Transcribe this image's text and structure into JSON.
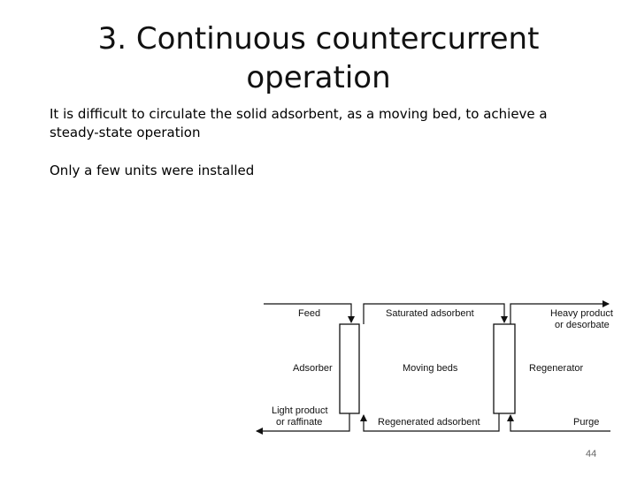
{
  "slide": {
    "title_line1": "3. Continuous countercurrent",
    "title_line2": "operation",
    "paragraph1": "It is difficult to circulate the solid adsorbent, as a moving bed, to achieve a steady-state  operation",
    "paragraph2": "Only a few units were installed",
    "page_number": "44"
  },
  "diagram": {
    "feed": "Feed",
    "saturated_adsorbent": "Saturated adsorbent",
    "heavy_product_line1": "Heavy product",
    "heavy_product_line2": "or desorbate",
    "adsorber": "Adsorber",
    "moving_beds": "Moving beds",
    "regenerator": "Regenerator",
    "light_product_line1": "Light product",
    "light_product_line2": "or raffinate",
    "regenerated_adsorbent": "Regenerated adsorbent",
    "purge": "Purge"
  }
}
